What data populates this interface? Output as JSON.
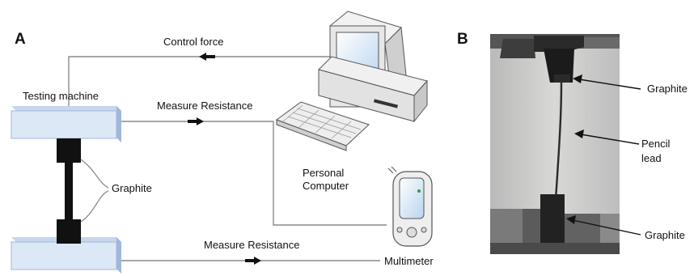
{
  "panels": {
    "a": "A",
    "b": "B"
  },
  "labels": {
    "control_force": "Control force",
    "testing_machine": "Testing machine",
    "measure_resistance_top": "Measure Resistance",
    "measure_resistance_bottom": "Measure Resistance",
    "graphite_left": "Graphite",
    "personal_computer_line1": "Personal",
    "personal_computer_line2": "Computer",
    "multimeter": "Multimeter",
    "photo_graphite_top": "Graphite",
    "photo_pencil_line1": "Pencil",
    "photo_pencil_line2": "lead",
    "photo_graphite_bottom": "Graphite"
  },
  "colors": {
    "clamp_fill": "#dce8f6",
    "clamp_side": "#9fb8d8",
    "wire": "#8a8a8a",
    "arrow": "#111111",
    "specimen": "#111111",
    "photo_bg": "#c9c9c9"
  },
  "icons": {
    "computer": "desktop-computer-icon",
    "multimeter": "multimeter-device-icon"
  }
}
